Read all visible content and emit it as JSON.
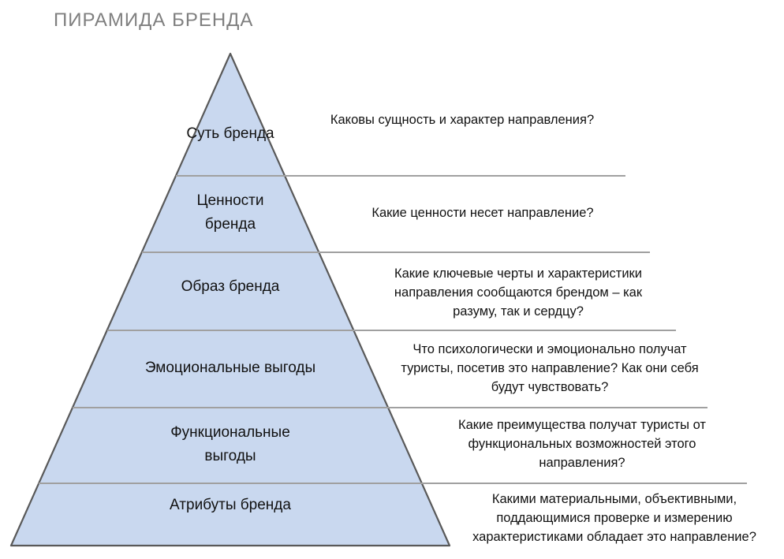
{
  "title": "ПИРАМИДА БРЕНДА",
  "colors": {
    "pyramid_fill": "#c9d8ef",
    "pyramid_border": "#595959",
    "divider_line": "#a0a0a0",
    "title_text": "#7f7f7f",
    "body_text": "#111111"
  },
  "levels": [
    {
      "label": "Суть бренда",
      "question": "Каковы сущность и характер направления?"
    },
    {
      "label": "Ценности бренда",
      "question": "Какие ценности несет направление?"
    },
    {
      "label": "Образ бренда",
      "question": "Какие ключевые черты и характеристики направления сообщаются брендом – как разуму, так и сердцу?"
    },
    {
      "label": "Эмоциональные выгоды",
      "question": "Что психологически и эмоционально получат туристы, посетив это направление? Как они себя будут чувствовать?"
    },
    {
      "label": "Функциональные выгоды",
      "question": "Какие преимущества получат туристы от функциональных возможностей этого направления?"
    },
    {
      "label": "Атрибуты бренда",
      "question": "Какими материальными, объективными, поддающимися проверке и измерению характеристиками обладает это направление?"
    }
  ]
}
